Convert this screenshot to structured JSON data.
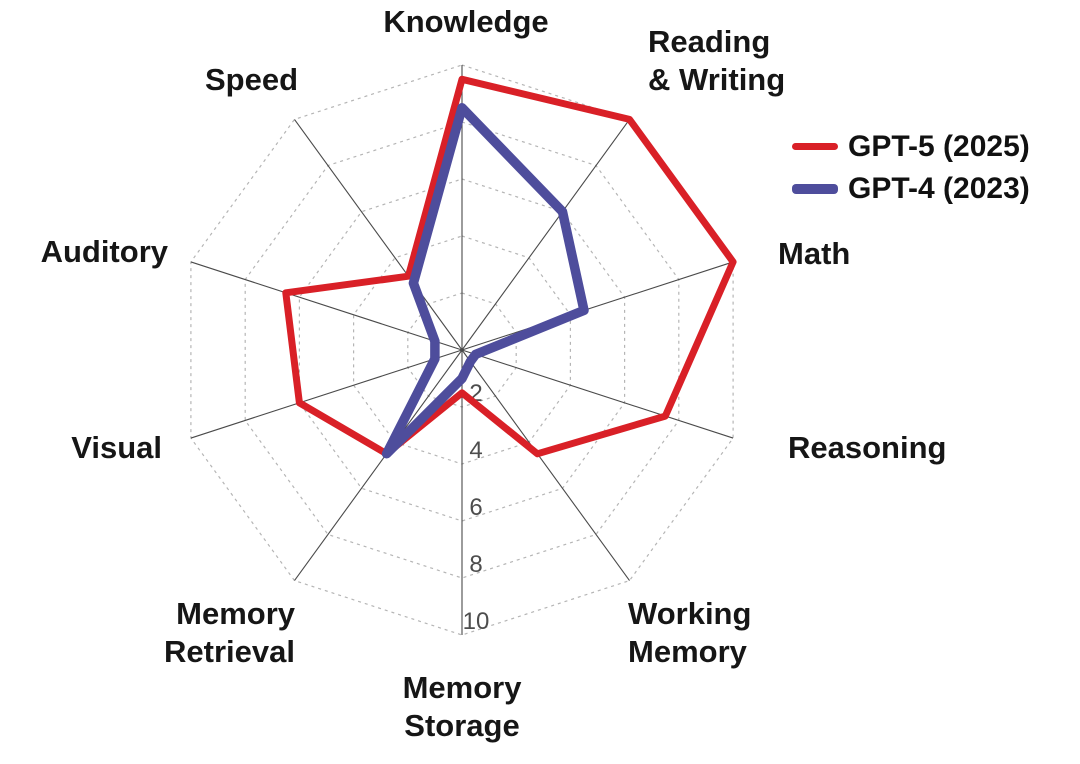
{
  "legend": {
    "items": [
      {
        "label": "GPT-5 (2025)"
      },
      {
        "label": "GPT-4 (2023)"
      }
    ]
  },
  "chart_data": {
    "type": "radar",
    "title": "",
    "categories": [
      "Knowledge",
      "Reading\n& Writing",
      "Math",
      "Reasoning",
      "Working\nMemory",
      "Memory\nStorage",
      "Memory\nRetrieval",
      "Visual",
      "Auditory",
      "Speed"
    ],
    "series": [
      {
        "name": "GPT-5 (2025)",
        "color": "#d92027",
        "stroke_width": 7,
        "values": [
          9.5,
          10,
          10,
          7.5,
          4.5,
          1.5,
          4.5,
          6,
          6.5,
          3.2
        ]
      },
      {
        "name": "GPT-4 (2023)",
        "color": "#4e4d9c",
        "stroke_width": 9.5,
        "values": [
          8.5,
          6,
          4.5,
          0.5,
          0.5,
          1,
          4.5,
          1,
          1,
          2.9
        ]
      }
    ],
    "radial_axis": {
      "min": 0,
      "max": 10,
      "ticks": [
        2,
        4,
        6,
        8,
        10
      ],
      "tick_label_color": "#4d4d4d"
    },
    "grid": {
      "rings": "dashed-decagon",
      "ring_color": "#b5b5b5",
      "spoke_color": "#4a4a4a",
      "spokes": "solid"
    },
    "label_color": "#161616",
    "legend_position": "top-right"
  }
}
